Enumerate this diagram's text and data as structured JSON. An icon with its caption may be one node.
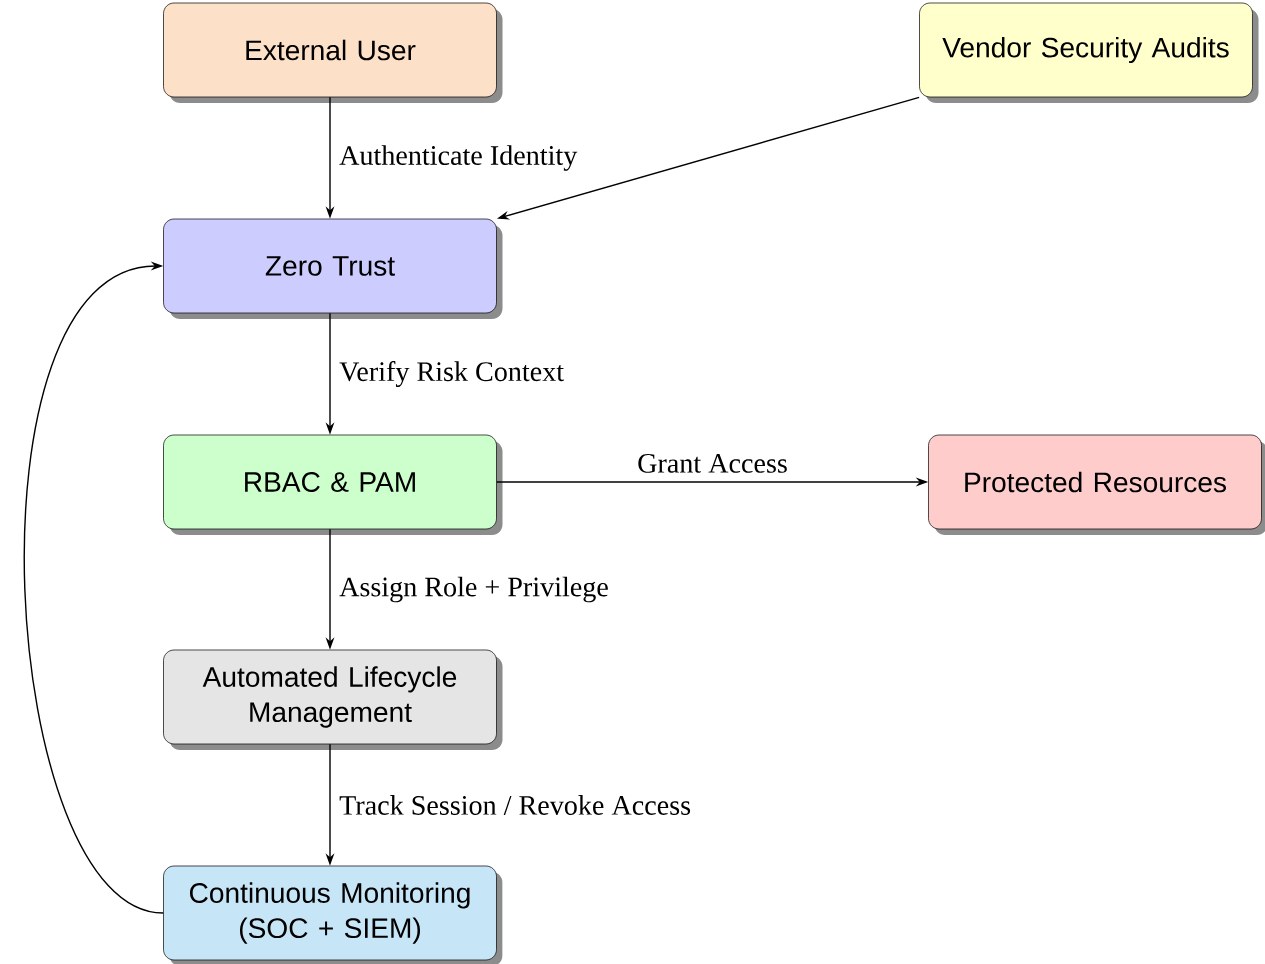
{
  "diagram": {
    "nodes": [
      {
        "text": [
          "External User"
        ]
      },
      {
        "text": [
          "Vendor Security Audits"
        ]
      },
      {
        "text": [
          "Zero Trust"
        ]
      },
      {
        "text": [
          "RBAC & PAM"
        ]
      },
      {
        "text": [
          "Protected Resources"
        ]
      },
      {
        "text": [
          "Automated Lifecycle Management"
        ]
      },
      {
        "text": [
          "Continuous Monitoring (SOC + SIEM)"
        ]
      }
    ],
    "edges": [
      {
        "from": 0,
        "to": 2,
        "arrow": "to",
        "label": "Authenticate Identity"
      },
      {
        "from": 1,
        "to": 2,
        "arrow": "to"
      },
      {
        "from": 2,
        "to": 3,
        "arrow": "to",
        "label": "Verify Risk Context"
      },
      {
        "from": 3,
        "to": 4,
        "arrow": "to",
        "label": "Grant Access"
      },
      {
        "from": 3,
        "to": 5,
        "arrow": "to",
        "label": "Assign Role + Privilege"
      },
      {
        "from": 5,
        "to": 6,
        "arrow": "to",
        "label": "Track Session / Revoke Access"
      },
      {
        "from": 6,
        "to": 2,
        "arrow": "to"
      }
    ]
  }
}
